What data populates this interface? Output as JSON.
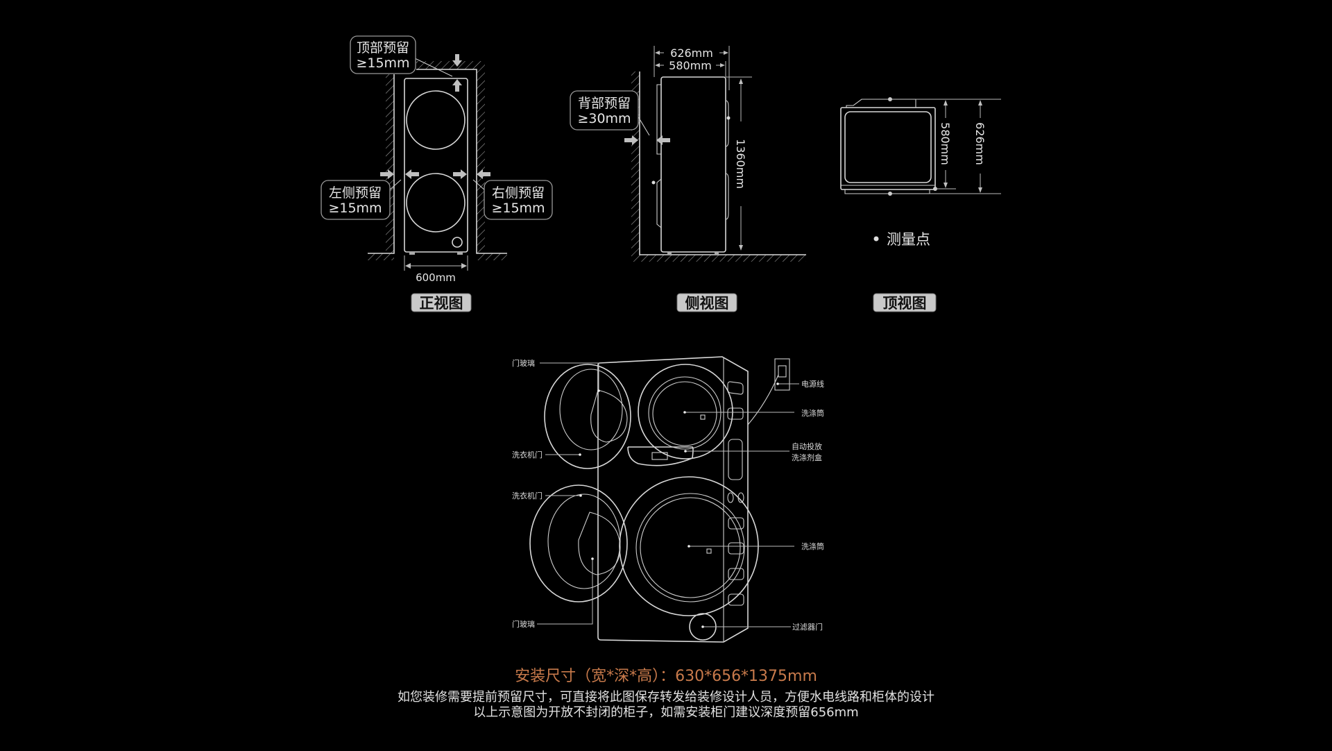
{
  "front_view": {
    "title": "正视图",
    "top_clearance": {
      "label": "顶部预留",
      "value": "≥15mm"
    },
    "left_clearance": {
      "label": "左侧预留",
      "value": "≥15mm"
    },
    "right_clearance": {
      "label": "右侧预留",
      "value": "≥15mm"
    },
    "width": "600mm"
  },
  "side_view": {
    "title": "侧视图",
    "back_clearance": {
      "label": "背部预留",
      "value": "≥30mm"
    },
    "depth_total": "626mm",
    "depth_body": "580mm",
    "height": "1360mm"
  },
  "top_view": {
    "title": "顶视图",
    "depth_body": "580mm",
    "depth_total": "626mm",
    "legend": "测量点"
  },
  "parts": {
    "door_glass_top": "门玻璃",
    "door_top": "洗衣机门",
    "door_bottom": "洗衣机门",
    "door_glass_bottom": "门玻璃",
    "power_cord": "电源线",
    "drum_top": "洗涤筒",
    "detergent_line1": "自动投放",
    "detergent_line2": "洗涤剂盒",
    "drum_bottom": "洗涤筒",
    "filter_door": "过滤器门"
  },
  "footer": {
    "install_size": "安装尺寸（宽*深*高）：630*656*1375mm",
    "note1": "如您装修需要提前预留尺寸，可直接将此图保存转发给装修设计人员，方便水电线路和柜体的设计",
    "note2": "以上示意图为开放不封闭的柜子，如需安装柜门建议深度预留656mm"
  },
  "colors": {
    "accent": "#c87a4b",
    "background": "#000000"
  }
}
